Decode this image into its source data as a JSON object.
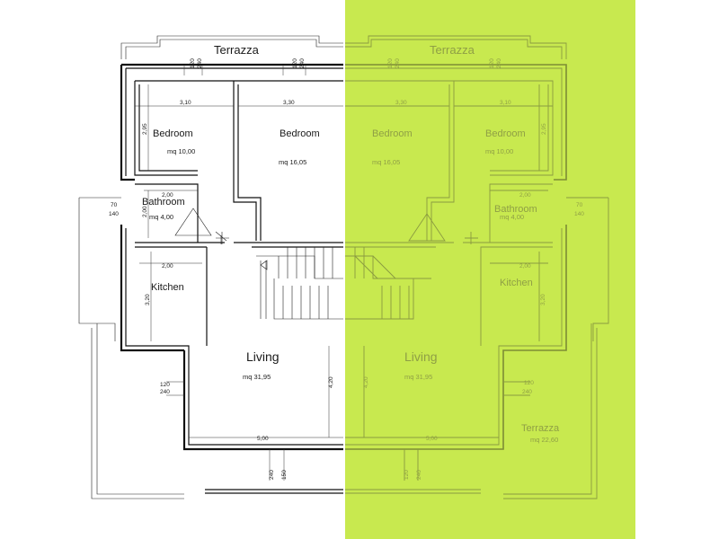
{
  "left_unit": {
    "terrace_top": "Terrazza",
    "bedroom_1": {
      "name": "Bedroom",
      "area": "mq 10,00",
      "width": "3,10",
      "height": "2,95"
    },
    "bedroom_2": {
      "name": "Bedroom",
      "area": "mq 16,05",
      "width": "3,30"
    },
    "bathroom": {
      "name": "Bathroom",
      "area": "mq 4,00",
      "width": "2,00",
      "height": "2,00"
    },
    "kitchen": {
      "name": "Kitchen",
      "width": "2,00",
      "height": "3,20"
    },
    "living": {
      "name": "Living",
      "area": "mq 31,95",
      "width": "5,00",
      "height": "4,20"
    },
    "window_dims": [
      "120",
      "240",
      "120",
      "240",
      "70",
      "140",
      "120",
      "240",
      "240",
      "150"
    ]
  },
  "right_unit": {
    "terrace_top": "Terrazza",
    "bedroom_1": {
      "name": "Bedroom",
      "area": "mq 16,05",
      "width": "3,30"
    },
    "bedroom_2": {
      "name": "Bedroom",
      "area": "mq 10,00",
      "width": "3,10",
      "height": "2,95"
    },
    "bathroom": {
      "name": "Bathroom",
      "area": "mq 4,00",
      "width": "2,00"
    },
    "kitchen": {
      "name": "Kitchen",
      "width": "2,00",
      "height": "3,20"
    },
    "living": {
      "name": "Living",
      "area": "mq 31,95",
      "width": "5,00",
      "height": "4,20"
    },
    "terrace_side": {
      "name": "Terrazza",
      "area": "mq 22,60"
    },
    "window_dims": [
      "120",
      "240",
      "120",
      "240",
      "70",
      "140",
      "120",
      "240",
      "120",
      "240"
    ]
  },
  "colors": {
    "highlight": "#c8e94f",
    "line": "#111111",
    "background": "#ffffff"
  }
}
